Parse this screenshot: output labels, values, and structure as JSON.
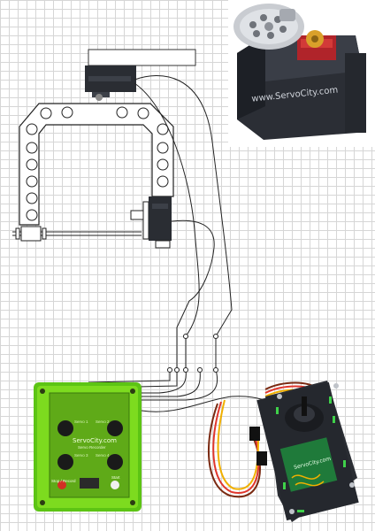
{
  "photos": {
    "servo_gearbox": {
      "brand": "www.ServoCity.com"
    },
    "recorder_board": {
      "brand": "ServoCity.com",
      "subtitle": "Servo Recorder",
      "channel_labels": [
        "Servo 1",
        "Servo 2",
        "Servo 3",
        "Servo 4"
      ],
      "left_button": "Stop / Record",
      "right_button": "Start"
    },
    "joystick_board": {
      "brand": "ServoCity.com"
    }
  },
  "colors": {
    "grid": "#d6d6d6",
    "wire": "#222222",
    "recorder_case": "#7ddb1f",
    "servo_body": "#2a2d33",
    "gold_gear": "#d9a02a",
    "joystick_pcb": "#1f7a3a",
    "servo_cable": [
      "#7a2a12",
      "#e0362c",
      "#f0b000"
    ]
  }
}
